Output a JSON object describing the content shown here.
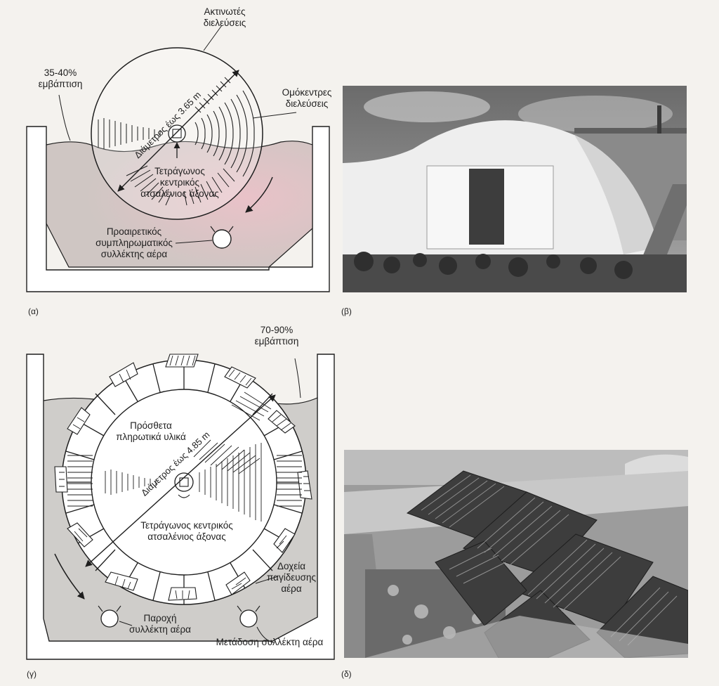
{
  "panel_a": {
    "label": "(α)",
    "radial_divisions": "Ακτινωτές διελεύσεις",
    "immersion": "35-40% εμβάπτιση",
    "diameter": "Διάμετρος έως 3.65 m",
    "concentric_divisions": "Ομόκεντρες διελεύσεις",
    "shaft": "Τετράγωνος κεντρικός ατσαλένιος άξονας",
    "air_header": "Προαιρετικός συμπληρωματικός συλλέκτης αέρα"
  },
  "panel_b": {
    "label": "(β)"
  },
  "panel_c": {
    "label": "(γ)",
    "immersion": "70-90% εμβάπτιση",
    "media": "Πρόσθετα πληρωτικά υλικά",
    "diameter": "Διάμετρος έως 4.85 m",
    "shaft": "Τετράγωνος κεντρικός ατσαλένιος άξονας",
    "air_cups": "Δοχεία παγίδευσης αέρα",
    "air_supply": "Παροχή συλλέκτη αέρα",
    "air_transfer": "Μετάδοση συλλέκτη αέρα"
  },
  "panel_d": {
    "label": "(δ)"
  }
}
